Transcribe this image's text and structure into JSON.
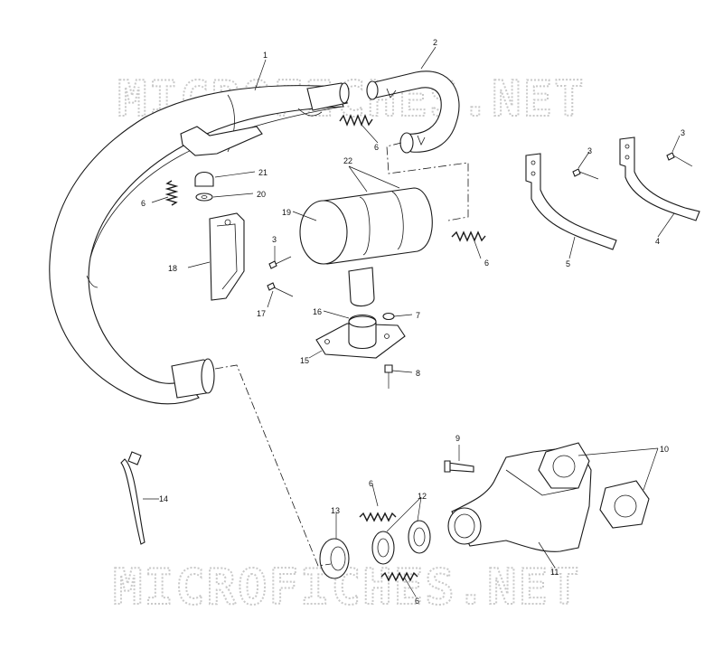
{
  "watermark": {
    "top": "MICROFICHES.NET",
    "bottom": "MICROFICHES.NET"
  },
  "callouts": {
    "c1": "1",
    "c2": "2",
    "c3a": "3",
    "c3b": "3",
    "c3c": "3",
    "c4": "4",
    "c5": "5",
    "c6a": "6",
    "c6b": "6",
    "c6c": "6",
    "c6d": "6",
    "c6e": "6",
    "c7": "7",
    "c8": "8",
    "c9": "9",
    "c10": "10",
    "c11": "11",
    "c12": "12",
    "c13": "13",
    "c14": "14",
    "c15": "15",
    "c16": "16",
    "c17": "17",
    "c18": "18",
    "c19": "19",
    "c20": "20",
    "c21": "21",
    "c22": "22"
  }
}
